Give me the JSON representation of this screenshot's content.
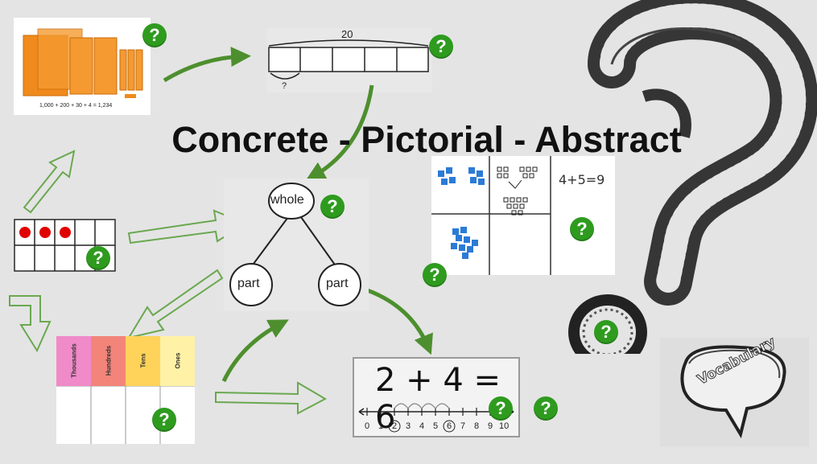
{
  "slide": {
    "title": "Concrete - Pictorial - Abstract"
  },
  "base_ten": {
    "equation": "1,000 + 200 + 30 + 4 = 1,234"
  },
  "bar_model": {
    "total": "20",
    "unknown": "?"
  },
  "part_whole": {
    "whole": "whole",
    "part_left": "part",
    "part_right": "part"
  },
  "cpa_table": {
    "equation": "4+5=9"
  },
  "place_value": {
    "headers": [
      "Thousands",
      "Hundreds",
      "Tens",
      "Ones"
    ],
    "colors": [
      "#f08ac8",
      "#f2847a",
      "#ffd35a",
      "#fff2a6"
    ]
  },
  "number_line": {
    "equation": "2 + 4 = 6",
    "ticks": [
      "0",
      "1",
      "2",
      "3",
      "4",
      "5",
      "6",
      "7",
      "8",
      "9",
      "10"
    ],
    "circled": [
      "2",
      "6"
    ]
  },
  "vocabulary": {
    "label": "Vocabulary"
  },
  "help_icon": {
    "glyph": "?"
  },
  "colors": {
    "help_green": "#2e9b1f",
    "arrow_green": "#4d8f2e",
    "ten_frame_dot": "#e00000"
  }
}
